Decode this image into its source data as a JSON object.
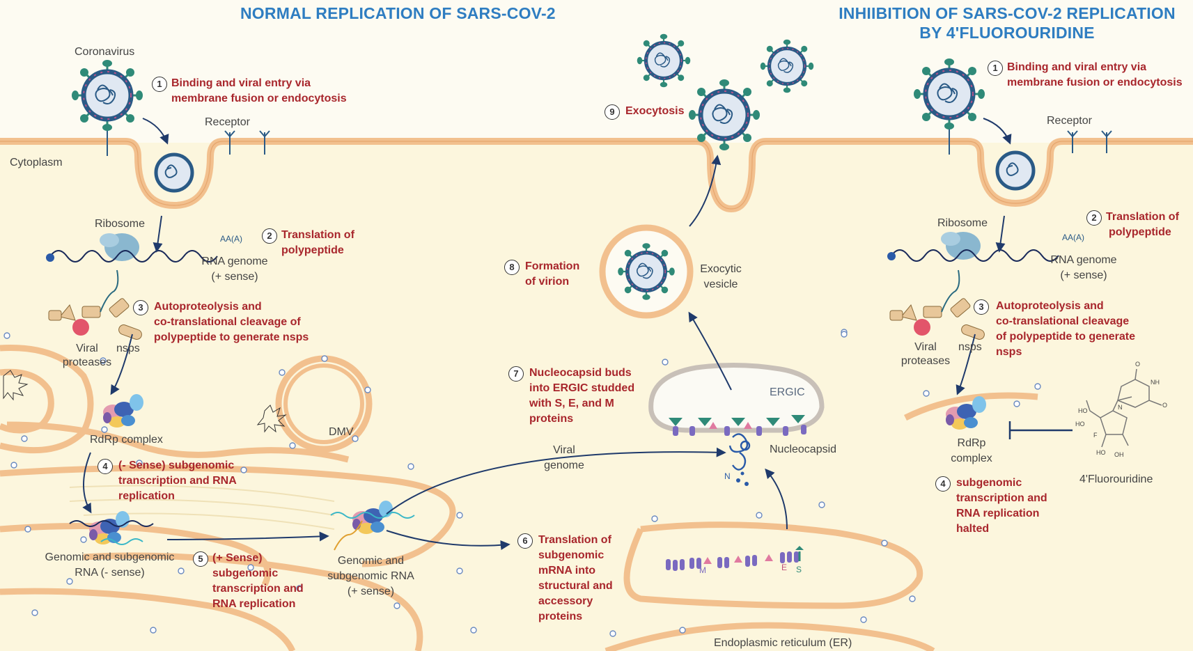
{
  "titles": {
    "left": "NORMAL REPLICATION  OF SARS-COV-2",
    "right_line1": "INHIIBITION OF SARS-COV-2 REPLICATION",
    "right_line2": "BY 4'FLUOROURIDINE"
  },
  "labels": {
    "coronavirus": "Coronavirus",
    "receptor": "Receptor",
    "cytoplasm": "Cytoplasm",
    "ribosome": "Ribosome",
    "aaa": "AA(A)",
    "rna_genome_1": "RNA genome",
    "rna_genome_2": "(+ sense)",
    "viral": "Viral",
    "proteases": "proteases",
    "nsps": "nsps",
    "rdrp_complex": "RdRp complex",
    "dmv": "DMV",
    "genomic_neg_1": "Genomic and subgenomic",
    "genomic_neg_2": "RNA (- sense)",
    "genomic_pos_1": "Genomic and",
    "genomic_pos_2": "subgenomic RNA",
    "genomic_pos_3": "(+ sense)",
    "viral_genome_1": "Viral",
    "viral_genome_2": "genome",
    "nucleocapsid": "Nucleocapsid",
    "n": "N",
    "ergic": "ERGIC",
    "exocytic_1": "Exocytic",
    "exocytic_2": "vesicle",
    "m": "M",
    "e": "E",
    "s": "S",
    "er": "Endoplasmic reticulum (ER)",
    "rdrp_r1": "RdRp",
    "rdrp_r2": "complex",
    "fluorouridine": "4'Fluorouridine",
    "ho": "HO",
    "oh": "OH",
    "f": "F",
    "o": "O",
    "nh": "NH",
    "n2": "N"
  },
  "steps": {
    "s1": {
      "num": "1",
      "line1": "Binding and viral entry via",
      "line2": "membrane fusion or endocytosis"
    },
    "s2": {
      "num": "2",
      "line1": "Translation of",
      "line2": "polypeptide"
    },
    "s3": {
      "num": "3",
      "line1": "Autoproteolysis and",
      "line2": "co-translational cleavage of",
      "line3": "polypeptide to generate nsps"
    },
    "s4": {
      "num": "4",
      "line1": "(- Sense) subgenomic",
      "line2": "transcription and RNA",
      "line3": "replication"
    },
    "s5": {
      "num": "5",
      "line1": "(+ Sense)",
      "line2": "subgenomic",
      "line3": "transcription and",
      "line4": "RNA replication"
    },
    "s6": {
      "num": "6",
      "line1": "Translation of",
      "line2": "subgenomic",
      "line3": "mRNA into",
      "line4": "structural and",
      "line5": "accessory",
      "line6": "proteins"
    },
    "s7": {
      "num": "7",
      "line1": "Nucleocapsid buds",
      "line2": "into ERGIC studded",
      "line3": "with S, E, and M",
      "line4": "proteins"
    },
    "s8": {
      "num": "8",
      "line1": "Formation",
      "line2": "of virion"
    },
    "s9": {
      "num": "9",
      "line1": "Exocytosis"
    },
    "r1": {
      "num": "1",
      "line1": "Binding and viral entry via",
      "line2": "membrane fusion or endocytosis"
    },
    "r2": {
      "num": "2",
      "line1": "Translation of",
      "line2": "polypeptide"
    },
    "r3": {
      "num": "3",
      "line1": "Autoproteolysis and",
      "line2": "co-translational cleavage",
      "line3": "of polypeptide to generate",
      "line4": "nsps"
    },
    "r4": {
      "num": "4",
      "line1": "subgenomic",
      "line2": "transcription and",
      "line3": "RNA replication",
      "line4": "halted"
    }
  },
  "colors": {
    "title": "#2e7dc1",
    "step": "#a8262c",
    "membrane": "#f2c08e",
    "virus_shell": "#2a5a86",
    "spike": "#2f8a78",
    "arrow": "#1f3a6b",
    "background": "#fdfbf2"
  }
}
